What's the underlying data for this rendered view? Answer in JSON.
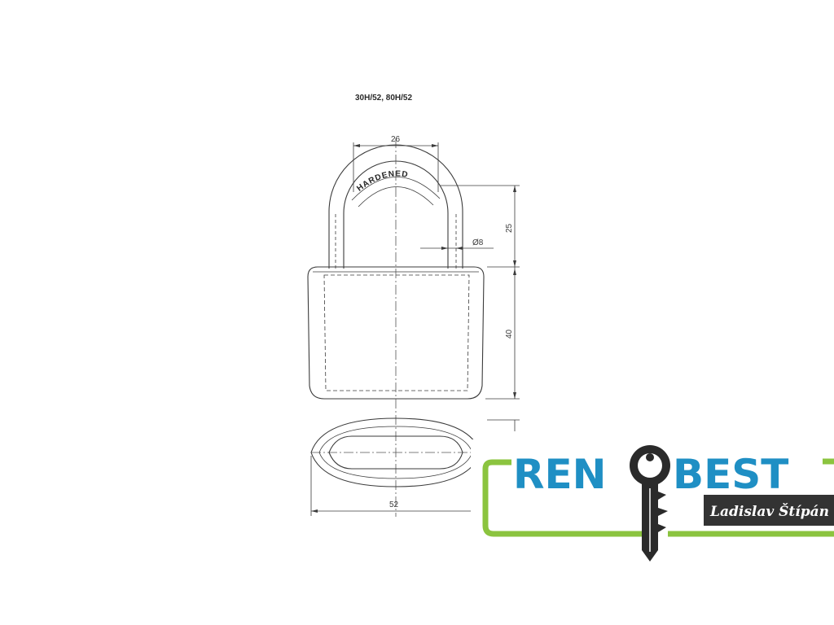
{
  "drawing": {
    "model": "30H/52, 80H/52",
    "engraving": "HARDENED",
    "dimensions": {
      "shackle_width": "26",
      "shackle_height": "25",
      "shackle_diameter": "Ø8",
      "body_height": "40",
      "body_width": "52"
    }
  },
  "logo": {
    "brand_left": "REN",
    "brand_right": "BEST",
    "tagline": "Ladislav Štípán",
    "colors": {
      "brand_blue": "#1f8fc4",
      "frame_green": "#8bc43f",
      "tag_dark": "#333333",
      "key_dark": "#2a2a2a"
    },
    "icons": [
      "key-icon"
    ]
  }
}
